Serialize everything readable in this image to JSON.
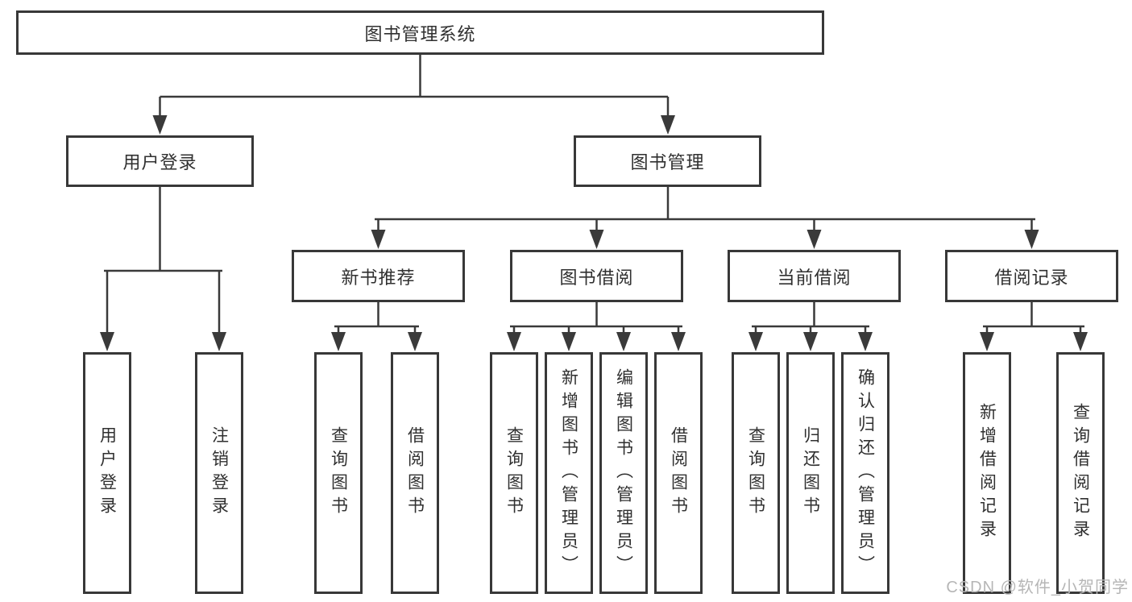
{
  "diagram_type": "hierarchy-tree",
  "nodes": {
    "root": "图书管理系统",
    "level2": {
      "user_login": "用户登录",
      "book_mgmt": "图书管理"
    },
    "level3": {
      "new_books": "新书推荐",
      "book_borrow": "图书借阅",
      "current_borrow": "当前借阅",
      "borrow_records": "借阅记录"
    },
    "leaves": {
      "user_login": [
        "用户登录",
        "注销登录"
      ],
      "new_books": [
        "查询图书",
        "借阅图书"
      ],
      "book_borrow": [
        "查询图书",
        "新增图书（管理员）",
        "编辑图书（管理员）",
        "借阅图书"
      ],
      "current_borrow": [
        "查询图书",
        "归还图书",
        "确认归还（管理员）"
      ],
      "borrow_records": [
        "新增借阅记录",
        "查询借阅记录"
      ]
    }
  },
  "watermark": "CSDN @软件_小贺同学",
  "colors": {
    "line": "#3a3a3a",
    "box_border": "#383838",
    "box_background": "#ffffff",
    "text": "#303030",
    "watermark": "#b6b6b6",
    "page_background": "#ffffff"
  }
}
